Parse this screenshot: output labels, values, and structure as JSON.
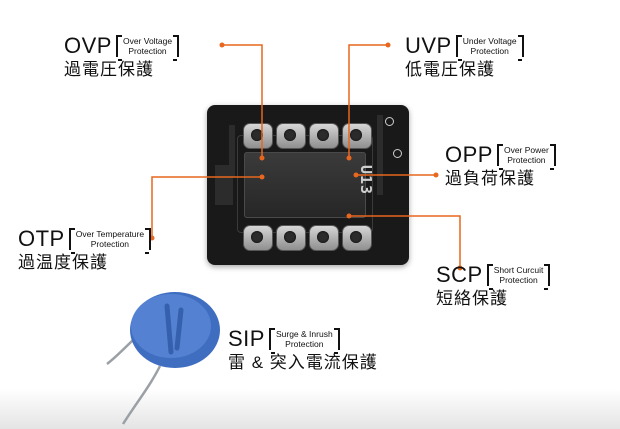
{
  "labels": {
    "ovp": {
      "abbr": "OVP",
      "en_line1": "Over Voltage",
      "en_line2": "Protection",
      "cjk": "過電圧保護"
    },
    "uvp": {
      "abbr": "UVP",
      "en_line1": "Under Voltage",
      "en_line2": "Protection",
      "cjk": "低電圧保護"
    },
    "opp": {
      "abbr": "OPP",
      "en_line1": "Over Power",
      "en_line2": "Protection",
      "cjk": "過負荷保護"
    },
    "otp": {
      "abbr": "OTP",
      "en_line1": "Over Temperature",
      "en_line2": "Protection",
      "cjk": "過温度保護"
    },
    "scp": {
      "abbr": "SCP",
      "en_line1": "Short Curcuit",
      "en_line2": "Protection",
      "cjk": "短絡保護"
    },
    "sip": {
      "abbr": "SIP",
      "en_line1": "Surge & Inrush",
      "en_line2": "Protection",
      "cjk": "雷 & 突入電流保護"
    }
  },
  "chip": {
    "silkscreen": "U13"
  },
  "colors": {
    "leader": "#e8661e",
    "pcb": "#191919",
    "thermistor": "#4a78c8"
  }
}
